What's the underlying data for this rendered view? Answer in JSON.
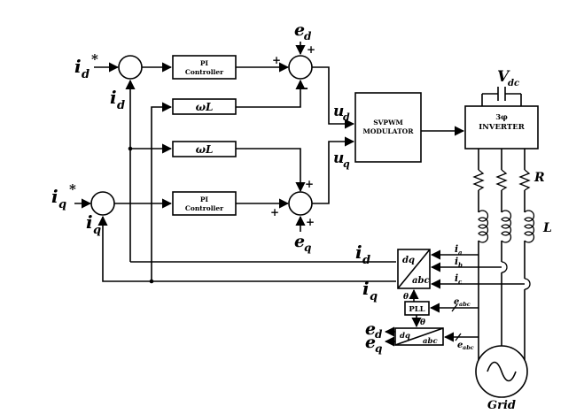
{
  "inputs": {
    "id_ref": "i",
    "id_ref_sub": "d",
    "id_ref_sup": "*",
    "iq_ref": "i",
    "iq_ref_sub": "q",
    "iq_ref_sup": "*"
  },
  "feedback": {
    "id_base": "i",
    "id_sub": "d",
    "iq_base": "i",
    "iq_sub": "q"
  },
  "blocks": {
    "pi_top_line1": "PI",
    "pi_top_line2": "Controller",
    "pi_bot_line1": "PI",
    "pi_bot_line2": "Controller",
    "wl_top": "ωL",
    "wl_mid": "ωL",
    "svpwm_line1": "SVPWM",
    "svpwm_line2": "MODULATOR",
    "inverter_line1": "3φ",
    "inverter_line2": "INVERTER",
    "pll": "PLL",
    "dq": "dq",
    "abc": "abc"
  },
  "signals": {
    "ed_base": "e",
    "ed_sub": "d",
    "eq_base": "e",
    "eq_sub": "q",
    "ud_base": "u",
    "ud_sub": "d",
    "uq_base": "u",
    "uq_sub": "q",
    "vdc_base": "V",
    "vdc_sub": "dc",
    "R": "R",
    "L": "L",
    "ia": "i",
    "ia_sub": "a",
    "ib": "i",
    "ib_sub": "b",
    "ic": "i",
    "ic_sub": "c",
    "eabc_base": "e",
    "eabc_sub": "abc",
    "theta": "θ",
    "grid": "Grid",
    "plus": "+",
    "minus": "-"
  }
}
